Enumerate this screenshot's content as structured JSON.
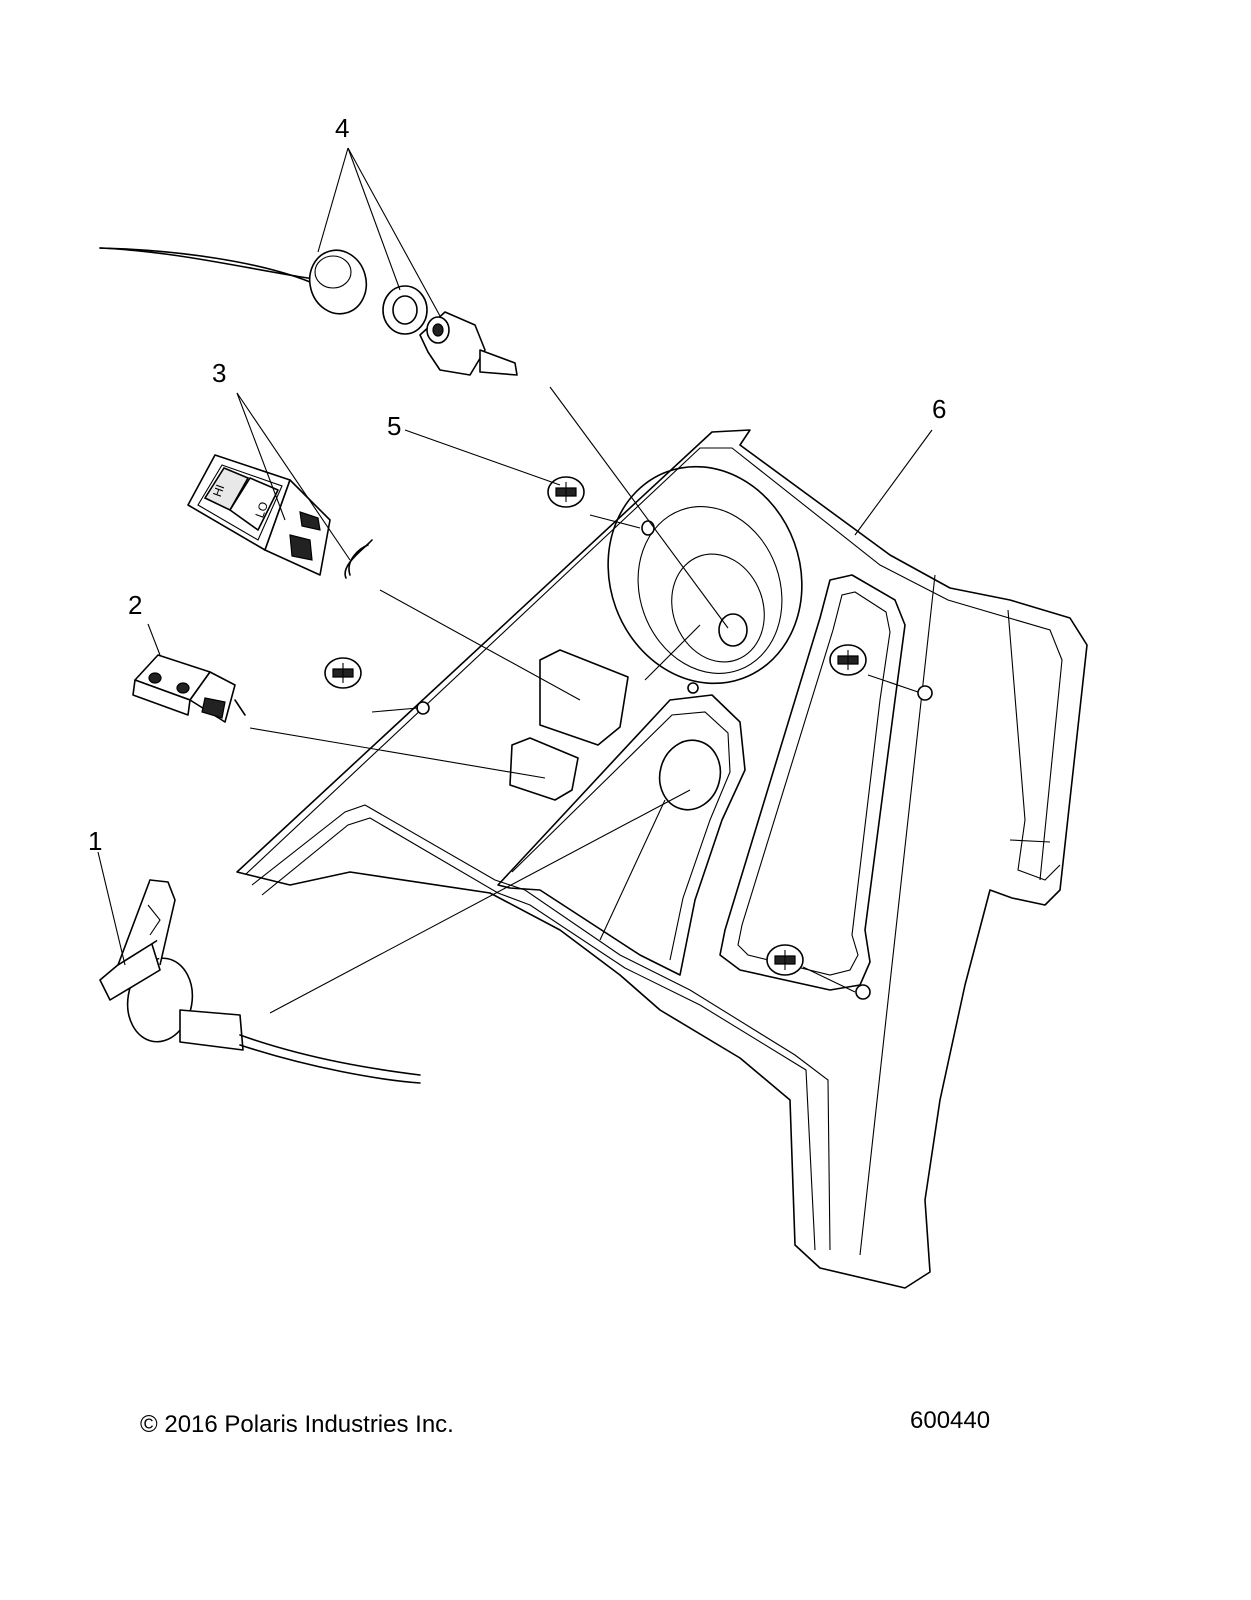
{
  "callouts": [
    {
      "id": "1",
      "label": "1"
    },
    {
      "id": "2",
      "label": "2"
    },
    {
      "id": "3",
      "label": "3"
    },
    {
      "id": "4",
      "label": "4"
    },
    {
      "id": "5",
      "label": "5"
    },
    {
      "id": "6",
      "label": "6"
    }
  ],
  "switch_labels": {
    "hi": "HI",
    "lo": "LO"
  },
  "footer": {
    "copyright": "© 2016 Polaris Industries Inc.",
    "diagram_number": "600440"
  }
}
